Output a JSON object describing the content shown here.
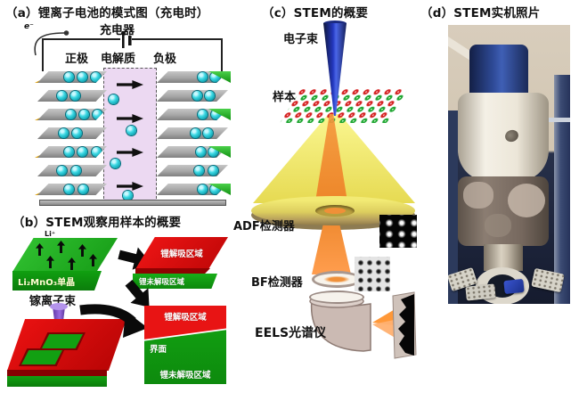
{
  "panel_a": {
    "title": "（a）锂离子电池的模式图（充电时）",
    "charger": "充电器",
    "electron": "e⁻",
    "positive": "正极",
    "electrolyte": "电解质",
    "negative": "负极"
  },
  "panel_b": {
    "title": "（b）STEM观察用样本的概要",
    "li_ion": "Li⁺",
    "crystal": "Li₂MnO₃单晶",
    "ga_beam": "镓离子束",
    "slab_desorbed": "锂解吸区域",
    "slab_non_desorbed": "锂未解吸区域",
    "cs_desorbed": "锂解吸区域",
    "cs_interface": "界面",
    "cs_non_desorbed": "锂未解吸区域"
  },
  "panel_c": {
    "title": "（c）STEM的概要",
    "electron_beam": "电子束",
    "sample": "样本",
    "adf_detector": "ADF检测器",
    "bf_detector": "BF检测器",
    "eels": "EELS光谱仪"
  },
  "panel_d": {
    "title": "（d）STEM实机照片"
  },
  "colors": {
    "ion_cyan": "#2cd3de",
    "cathode_yellow": "#f0b800",
    "anode_green": "#2db82d",
    "electrolyte_lavender": "#ecd9f2",
    "plate_gray": "#a6a6a6",
    "slab_red": "#e01414",
    "slab_green": "#12a012",
    "ga_beam_purple": "#7a4ad0",
    "electron_cone_blue": "#2438c0",
    "scatter_cone_yellow": "#ece04e",
    "beam_orange": "#f09038",
    "instrument_blue": "#2f4a94"
  }
}
